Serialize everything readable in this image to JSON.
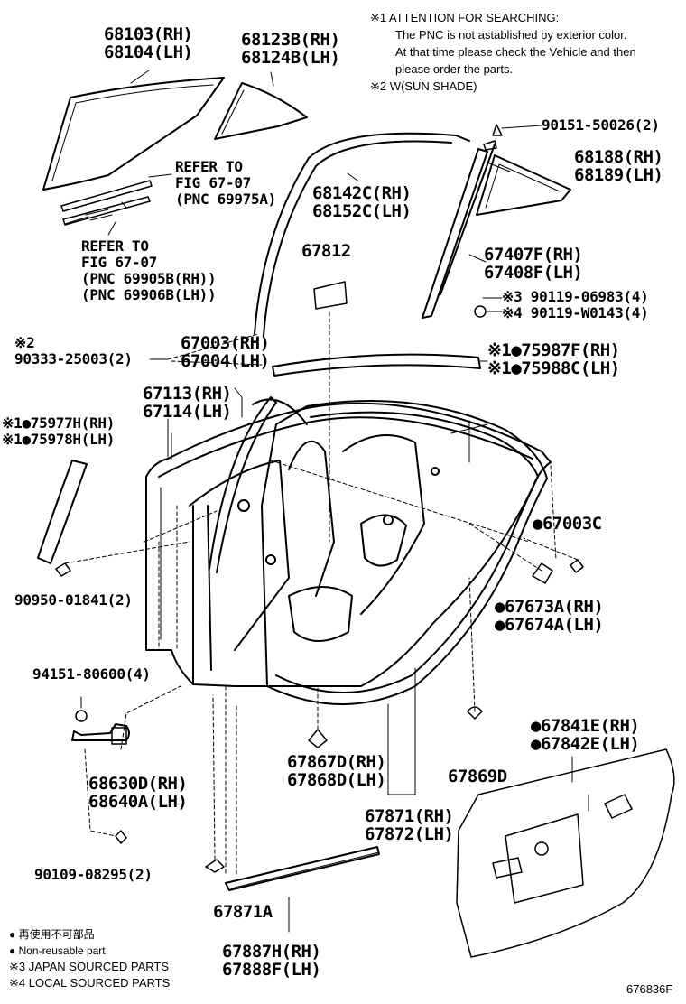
{
  "notes": {
    "attention_title": "※1 ATTENTION FOR SEARCHING:",
    "attention_line1": "The PNC is not astablished by exterior color.",
    "attention_line2": "At that time please check the Vehicle and then",
    "attention_line3": "please order the parts.",
    "note2": "※2 W(SUN SHADE)"
  },
  "parts": {
    "glass_main": [
      "68103(RH)",
      "68104(LH)"
    ],
    "glass_quarter": [
      "68123B(RH)",
      "68124B(LH)"
    ],
    "refer_a": [
      "REFER TO",
      "FIG 67-07",
      "(PNC 69975A)"
    ],
    "refer_b": [
      "REFER TO",
      "FIG 67-07",
      "(PNC 69905B(RH))",
      "(PNC 69906B(LH))"
    ],
    "screw_top": "90151-50026(2)",
    "small_glass": [
      "68188(RH)",
      "68189(LH)"
    ],
    "run_channel": [
      "68142C(RH)",
      "68152C(LH)"
    ],
    "pad": "67812",
    "division_bar": [
      "67407F(RH)",
      "67408F(LH)"
    ],
    "fasteners": [
      "※3 90119-06983(4)",
      "※4 90119-W0143(4)"
    ],
    "note2_ref": "※2",
    "sunshade_part": "90333-25003(2)",
    "door_panel": [
      "67003(RH)",
      "67004(LH)"
    ],
    "belt_outer": [
      "※1●75987F(RH)",
      "※1●75988C(LH)"
    ],
    "weatherstrip_a": [
      "67113(RH)",
      "67114(LH)"
    ],
    "pillar_garnish": [
      "※1●75977H(RH)",
      "※1●75978H(LH)"
    ],
    "plug": "●67003C",
    "clip_a": "90950-01841(2)",
    "cushion": [
      "●67673A(RH)",
      "●67674A(LH)"
    ],
    "bolt_check": "94151-80600(4)",
    "service_hole": [
      "●67841E(RH)",
      "●67842E(LH)"
    ],
    "check_assy": [
      "68630D(RH)",
      "68640A(LH)"
    ],
    "clip_b": [
      "67867D(RH)",
      "67868D(LH)"
    ],
    "clip_c": "67869D",
    "weatherstrip_main": [
      "67871(RH)",
      "67872(LH)"
    ],
    "bolt_b": "90109-08295(2)",
    "clip_d": "67871A",
    "lower_strip": [
      "67887H(RH)",
      "67888F(LH)"
    ]
  },
  "legend": {
    "jp": "● 再使用不可部品",
    "en": "● Non-reusable part",
    "n3": "※3  JAPAN SOURCED PARTS",
    "n4": "※4  LOCAL SOURCED PARTS"
  },
  "figure_id": "676836F"
}
